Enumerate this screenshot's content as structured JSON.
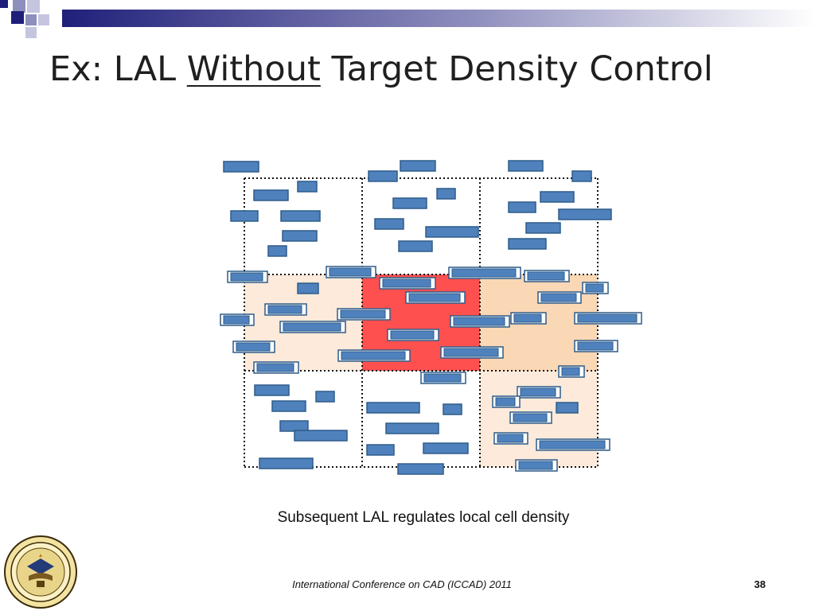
{
  "slide": {
    "title_prefix": "Ex: LAL ",
    "title_underlined": "Without",
    "title_suffix": " Target Density Control",
    "caption": "Subsequent LAL regulates local cell density",
    "footer": "International Conference on CAD (ICCAD) 2011",
    "page_number": "38",
    "seal_icon": "university-of-michigan-seal-icon"
  },
  "colors": {
    "accent": "#1f1f7a",
    "cell_fill": "#4f81bd",
    "cell_stroke": "#2e5c8a",
    "bin_high": "#ff5050",
    "bin_mid": "#fad7b5",
    "bin_low": "#fdeada"
  },
  "diagram": {
    "bin_densities": [
      [
        "none",
        "none",
        "none"
      ],
      [
        "low",
        "high",
        "mid"
      ],
      [
        "none",
        "none",
        "low"
      ]
    ]
  }
}
